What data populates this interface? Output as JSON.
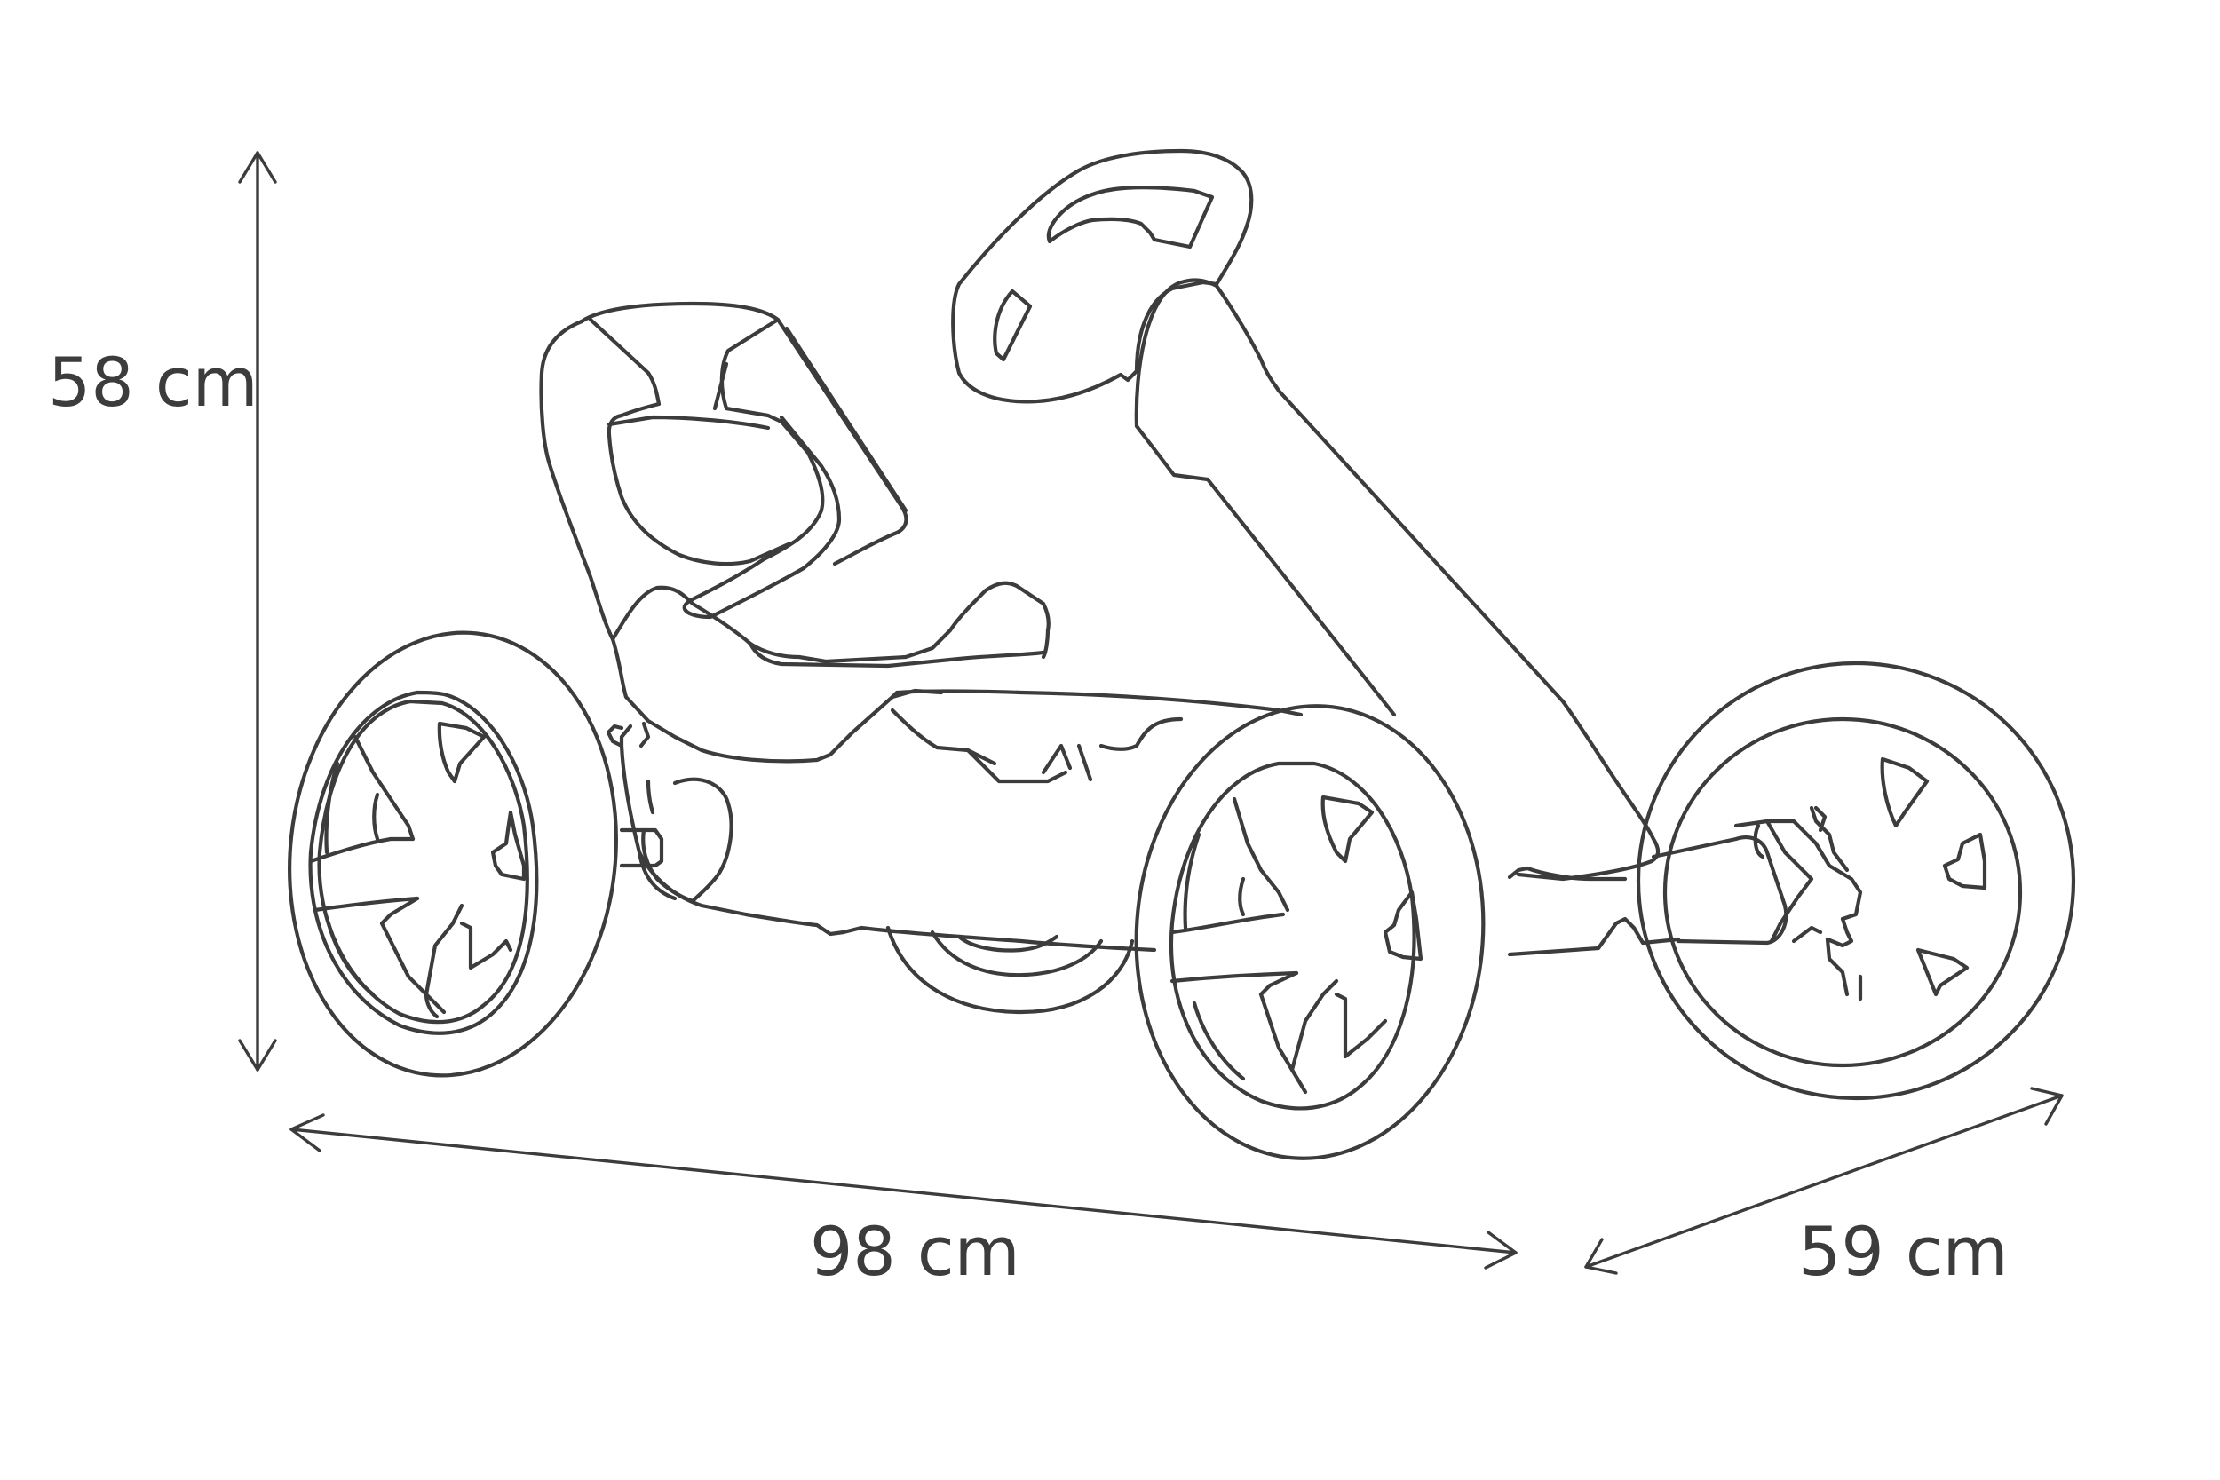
{
  "dimensions": {
    "height": "58 cm",
    "length": "98 cm",
    "width": "59 cm"
  },
  "colors": {
    "line": "#3c3c3c",
    "background": "#ffffff"
  }
}
